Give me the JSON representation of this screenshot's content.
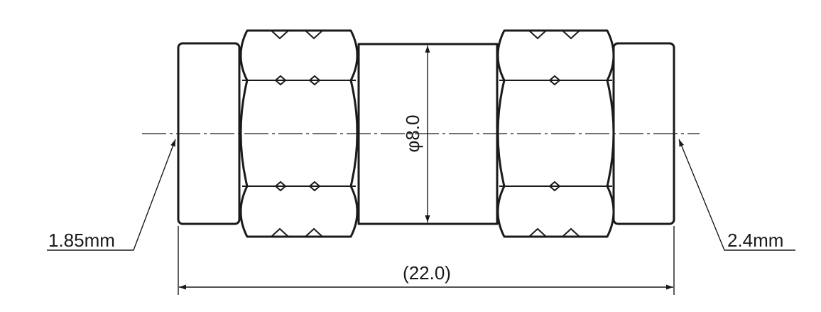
{
  "drawing": {
    "dimension_diameter": "φ8.0",
    "dimension_length": "(22.0)",
    "label_left": "1.85mm",
    "label_right": "2.4mm",
    "stroke_color": "#1a1a1a",
    "background_color": "#ffffff"
  }
}
